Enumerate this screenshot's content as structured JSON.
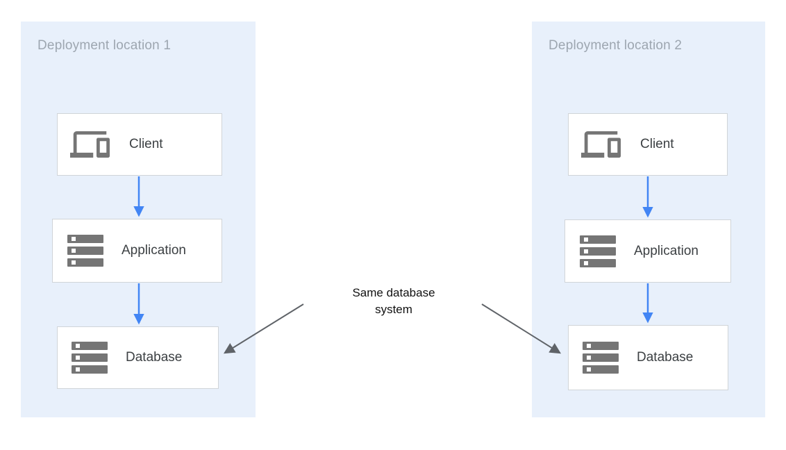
{
  "panels": [
    {
      "title": "Deployment location 1",
      "nodes": [
        {
          "label": "Client",
          "icon": "devices-icon"
        },
        {
          "label": "Application",
          "icon": "server-stack-icon"
        },
        {
          "label": "Database",
          "icon": "server-stack-icon"
        }
      ]
    },
    {
      "title": "Deployment location 2",
      "nodes": [
        {
          "label": "Client",
          "icon": "devices-icon"
        },
        {
          "label": "Application",
          "icon": "server-stack-icon"
        },
        {
          "label": "Database",
          "icon": "server-stack-icon"
        }
      ]
    }
  ],
  "center_label": {
    "line1": "Same database",
    "line2": "system"
  },
  "connections": [
    {
      "from": "client-1",
      "to": "application-1",
      "style": "blue-arrow"
    },
    {
      "from": "application-1",
      "to": "database-1",
      "style": "blue-arrow"
    },
    {
      "from": "client-2",
      "to": "application-2",
      "style": "blue-arrow"
    },
    {
      "from": "application-2",
      "to": "database-2",
      "style": "blue-arrow"
    },
    {
      "from": "same-database-system-label",
      "to": "database-1",
      "style": "dark-arrow"
    },
    {
      "from": "same-database-system-label",
      "to": "database-2",
      "style": "dark-arrow"
    }
  ],
  "colors": {
    "panel_bg": "#e8f0fb",
    "box_border": "#d0d4d8",
    "icon_gray": "#757575",
    "title_gray": "#9da6b0",
    "label_dark": "#3c4043",
    "arrow_blue": "#4285f4",
    "arrow_dark": "#5f6368",
    "center_text": "#111111"
  }
}
